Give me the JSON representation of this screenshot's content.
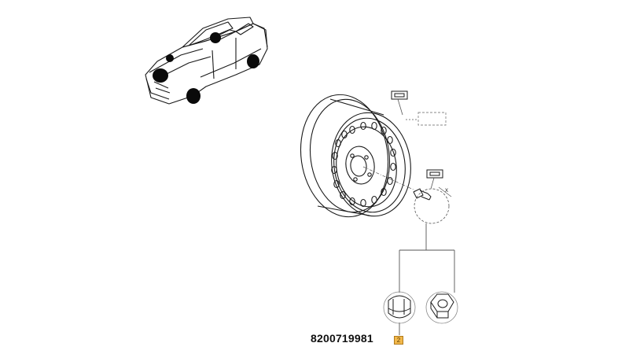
{
  "part_number": "8200719981",
  "callout": "2",
  "axis_label": "x",
  "colors": {
    "line": "#1a1a1a",
    "leader": "#555555",
    "dash_box": "#888888",
    "callout_fill": "#f2b84b",
    "marker": "#0a0a0a"
  },
  "icons": [
    "car-icon",
    "wheel-rim-icon",
    "wheel-bolt-icon",
    "nut-cover-icon",
    "lug-nut-icon"
  ]
}
